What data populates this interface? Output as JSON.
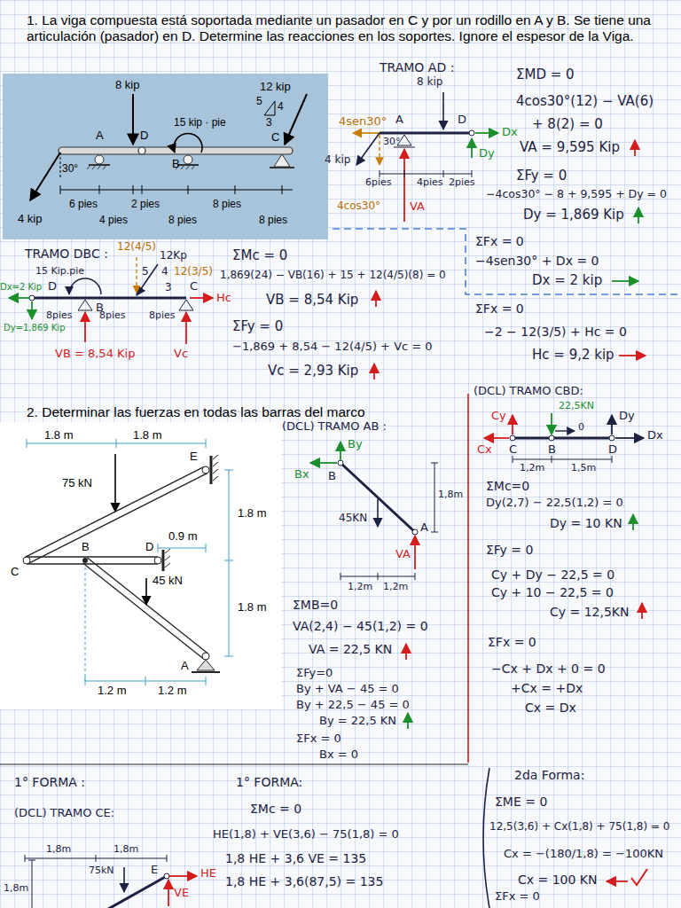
{
  "diagram": {
    "labels": [
      "1. La viga compuesta está soportada mediante un pasador en C y por un rodillo en A y B. Se tiene una articulación (pasador) en D. Determine las reacciones en los soportes. Ignore el espesor de la Viga.",
      "8 kip",
      "12 kip",
      "15 kip · pie",
      "5",
      "4",
      "3",
      "A",
      "D",
      "B",
      "C",
      "30°",
      "4 kip",
      "6 pies",
      "4 pies",
      "2 pies",
      "8 pies",
      "8 pies",
      "8 pies",
      "TRAMO AD :",
      "8 kip",
      "4sen30°",
      "A",
      "D",
      "Dx",
      "Dy",
      "30°",
      "4 kip",
      "6pies",
      "4pies",
      "2pies",
      "VA",
      "4cos30°",
      "ΣMD = 0",
      "4cos30°(12) − VA(6)",
      "+ 8(2) = 0",
      "VA = 9,595 Kip",
      "ΣFy = 0",
      "−4cos30° − 8 + 9,595 + Dy = 0",
      "Dy = 1,869 Kip",
      "ΣFx = 0",
      "−4sen30° + Dx = 0",
      "Dx = 2 kip",
      "TRAMO DBC :",
      "15 Kip.pie",
      "12(4/5)",
      "12Kp",
      "12(3/5)",
      "5",
      "4",
      "3",
      "D",
      "B",
      "C",
      "Hc",
      "Dx=2 Kip",
      "Dy=1,869 Kip",
      "8pies",
      "8pies",
      "8pies",
      "VB = 8,54 Kip",
      "Vc",
      "ΣMc = 0",
      "1,869(24) − VB(16) + 15 + 12(4/5)(8) = 0",
      "VB = 8,54 Kip",
      "ΣFy = 0",
      "−1,869 + 8,54 − 12(4/5) + Vc = 0",
      "Vc = 2,93 Kip",
      "ΣFx = 0",
      "−2 − 12(3/5) + Hc = 0",
      "Hc = 9,2 kip",
      "2. Determinar las fuerzas en todas las barras del marco",
      "1.8 m",
      "1.8 m",
      "E",
      "75 kN",
      "1.8 m",
      "0.9 m",
      "C",
      "B",
      "D",
      "1.8 m",
      "45 kN",
      "A",
      "1.2 m",
      "1.2 m",
      "(DCL) TRAMO AB :",
      "By",
      "Bx",
      "B",
      "45KN",
      "A",
      "1,8m",
      "VA",
      "1,2m",
      "1,2m",
      "ΣMB=0",
      "VA(2,4) − 45(1,2) = 0",
      "VA = 22,5 KN",
      "ΣFy=0",
      "By + VA − 45 = 0",
      "By + 22,5 − 45 = 0",
      "By = 22,5 KN",
      "ΣFx = 0",
      "Bx = 0",
      "(DCL) TRAMO CBD:",
      "Cy",
      "22,5KN",
      "Dy",
      "Cx",
      "C",
      "B",
      "0",
      "D",
      "Dx",
      "1,2m",
      "1,5m",
      "ΣMc=0",
      "Dy(2,7) − 22,5(1,2) = 0",
      "Dy = 10 KN",
      "ΣFy = 0",
      "Cy + Dy − 22,5 = 0",
      "Cy + 10 − 22,5 = 0",
      "Cy = 12,5KN",
      "ΣFx = 0",
      "−Cx + Dx + 0 = 0",
      "+Cx = +Dx",
      "Cx = Dx",
      "1° FORMA :",
      "(DCL) TRAMO CE:",
      "1,8m",
      "1,8m",
      "75kN",
      "E",
      "HE",
      "VE",
      "1,8m",
      "1° FORMA:",
      "ΣMc = 0",
      "HE(1,8) + VE(3,6) − 75(1,8) = 0",
      "1,8 HE + 3,6 VE = 135",
      "1,8 HE + 3,6(87,5) = 135",
      "2da Forma:",
      "ΣME = 0",
      "12,5(3,6) + Cx(1,8) + 75(1,8) = 0",
      "Cx = −(180/1,8) = −100KN",
      "Cx = 100 KN",
      "ΣFx = 0"
    ]
  }
}
